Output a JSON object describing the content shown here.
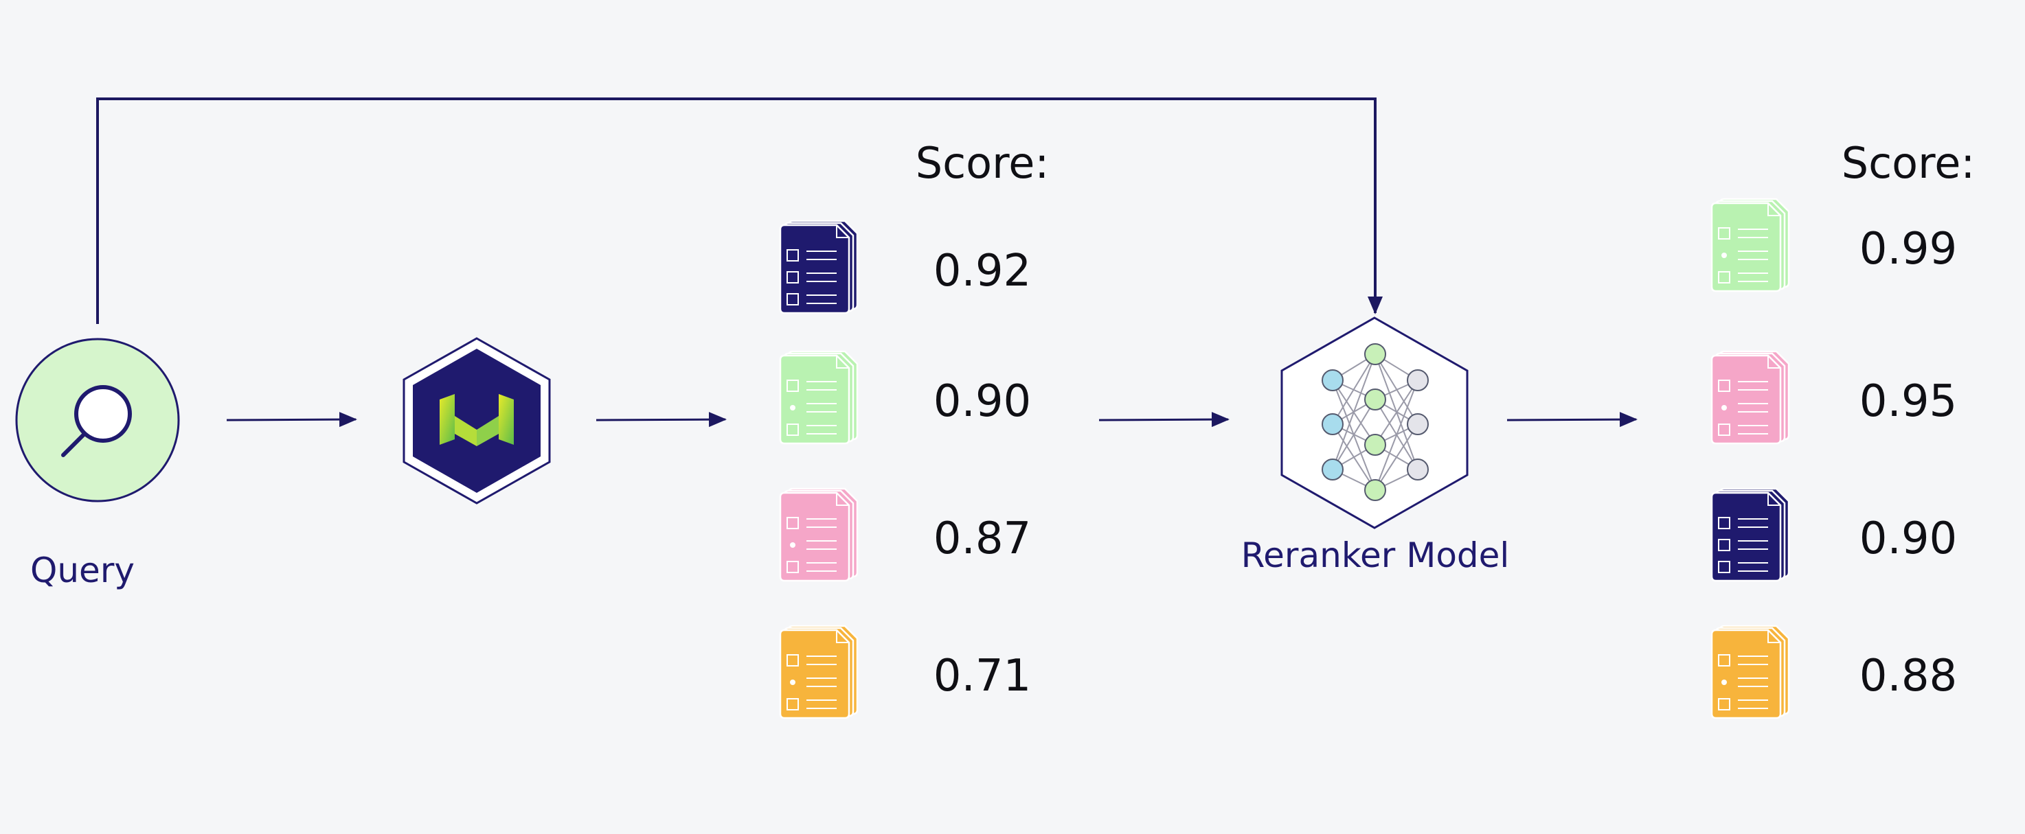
{
  "colors": {
    "background": "#f5f6f8",
    "navy": "#1f1a6e",
    "line": "#1c1860",
    "query_fill": "#d6f5cc",
    "doc_navy": "#1f1a6e",
    "doc_green": "#b9f2b1",
    "doc_pink": "#f5a6c8",
    "doc_orange": "#f7b43c",
    "node_blue": "#a8dced",
    "node_green": "#c8f0b8",
    "node_gray": "#e4e4ea",
    "logo_yellow": "#e8ea2a",
    "logo_green": "#6cc04a"
  },
  "query": {
    "label": "Query",
    "icon": "search-icon"
  },
  "vector_db": {
    "icon": "weaviate-logo-icon"
  },
  "initial_results": {
    "header": "Score:",
    "items": [
      {
        "doc_color": "navy",
        "score": "0.92"
      },
      {
        "doc_color": "green",
        "score": "0.90"
      },
      {
        "doc_color": "pink",
        "score": "0.87"
      },
      {
        "doc_color": "orange",
        "score": "0.71"
      }
    ]
  },
  "reranker": {
    "label": "Reranker Model",
    "icon": "neural-network-icon"
  },
  "reranked_results": {
    "header": "Score:",
    "items": [
      {
        "doc_color": "green",
        "score": "0.99"
      },
      {
        "doc_color": "pink",
        "score": "0.95"
      },
      {
        "doc_color": "navy",
        "score": "0.90"
      },
      {
        "doc_color": "orange",
        "score": "0.88"
      }
    ]
  }
}
